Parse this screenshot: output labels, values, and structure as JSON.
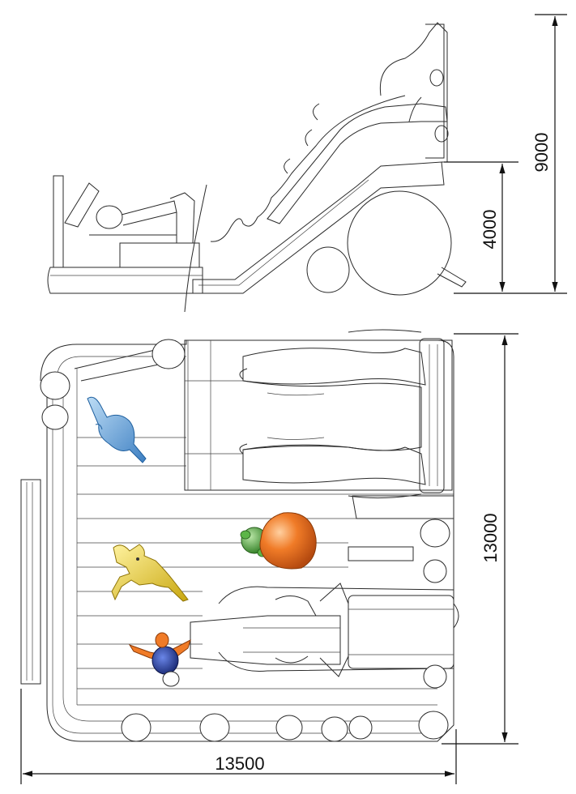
{
  "drawing": {
    "side_view": {
      "height_total": "9000",
      "height_platform": "4000"
    },
    "plan_view": {
      "depth": "13000",
      "width": "13500"
    },
    "figures": {
      "blue_dragon": "#5b9bd5",
      "yellow_dragon": "#e6cf2a",
      "orange_egg": "#f07b27",
      "green_turtle": "#4aa33c",
      "bird_orange": "#f07b27",
      "bird_blue": "#1f3ea8"
    }
  }
}
